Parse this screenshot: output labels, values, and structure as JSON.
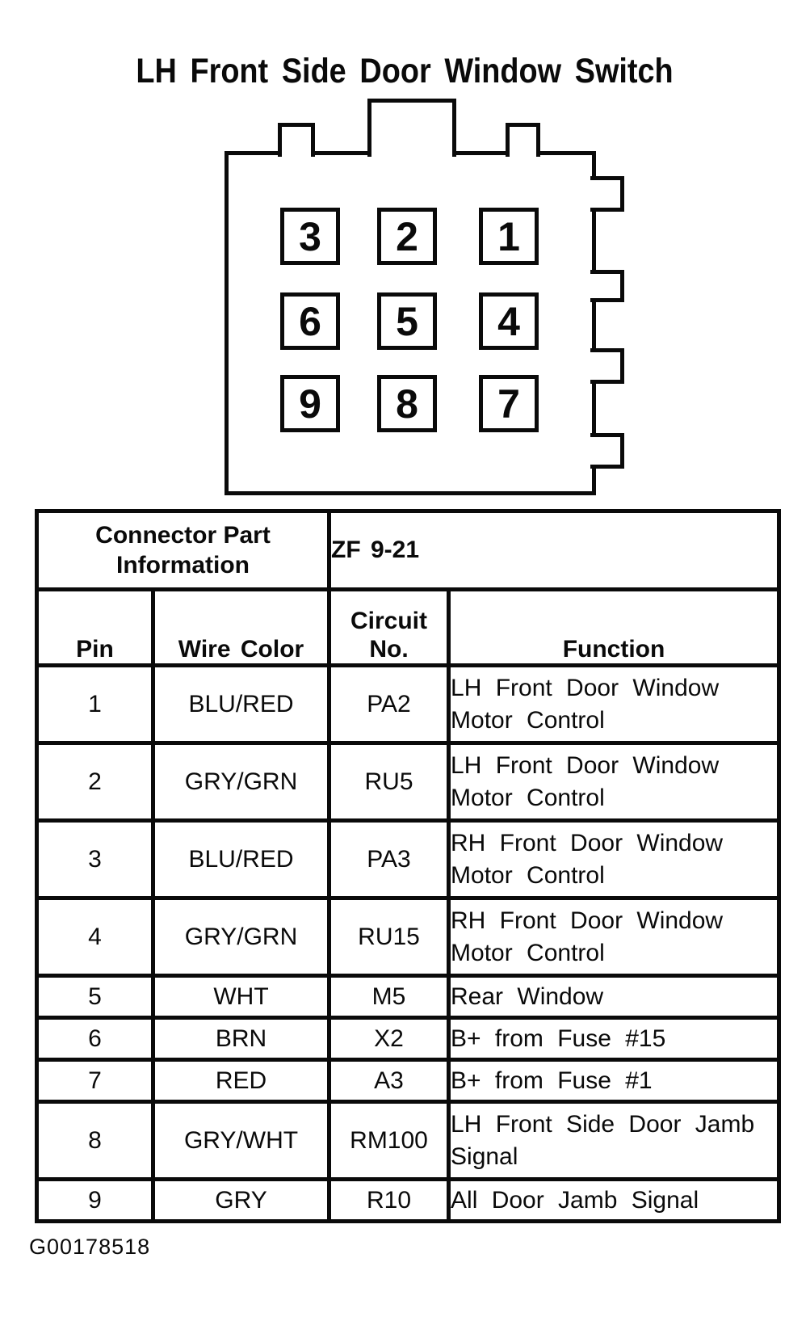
{
  "page": {
    "title": "LH Front Side Door Window Switch",
    "figure_code": "G00178518"
  },
  "connector": {
    "pins": [
      [
        "3",
        "2",
        "1"
      ],
      [
        "6",
        "5",
        "4"
      ],
      [
        "9",
        "8",
        "7"
      ]
    ]
  },
  "table": {
    "part_info_label": "Connector Part Information",
    "part_number": "ZF 9-21",
    "columns": [
      "Pin",
      "Wire Color",
      "Circuit No.",
      "Function"
    ],
    "rows": [
      {
        "pin": "1",
        "wire_color": "BLU/RED",
        "circuit_no": "PA2",
        "function": "LH Front Door Window Motor Control"
      },
      {
        "pin": "2",
        "wire_color": "GRY/GRN",
        "circuit_no": "RU5",
        "function": "LH Front Door Window Motor Control"
      },
      {
        "pin": "3",
        "wire_color": "BLU/RED",
        "circuit_no": "PA3",
        "function": "RH Front Door Window Motor Control"
      },
      {
        "pin": "4",
        "wire_color": "GRY/GRN",
        "circuit_no": "RU15",
        "function": "RH Front Door Window Motor Control"
      },
      {
        "pin": "5",
        "wire_color": "WHT",
        "circuit_no": "M5",
        "function": "Rear Window"
      },
      {
        "pin": "6",
        "wire_color": "BRN",
        "circuit_no": "X2",
        "function": "B+ from Fuse #15"
      },
      {
        "pin": "7",
        "wire_color": "RED",
        "circuit_no": "A3",
        "function": "B+ from Fuse #1"
      },
      {
        "pin": "8",
        "wire_color": "GRY/WHT",
        "circuit_no": "RM100",
        "function": "LH Front Side Door Jamb Signal"
      },
      {
        "pin": "9",
        "wire_color": "GRY",
        "circuit_no": "R10",
        "function": "All Door Jamb Signal"
      }
    ]
  }
}
